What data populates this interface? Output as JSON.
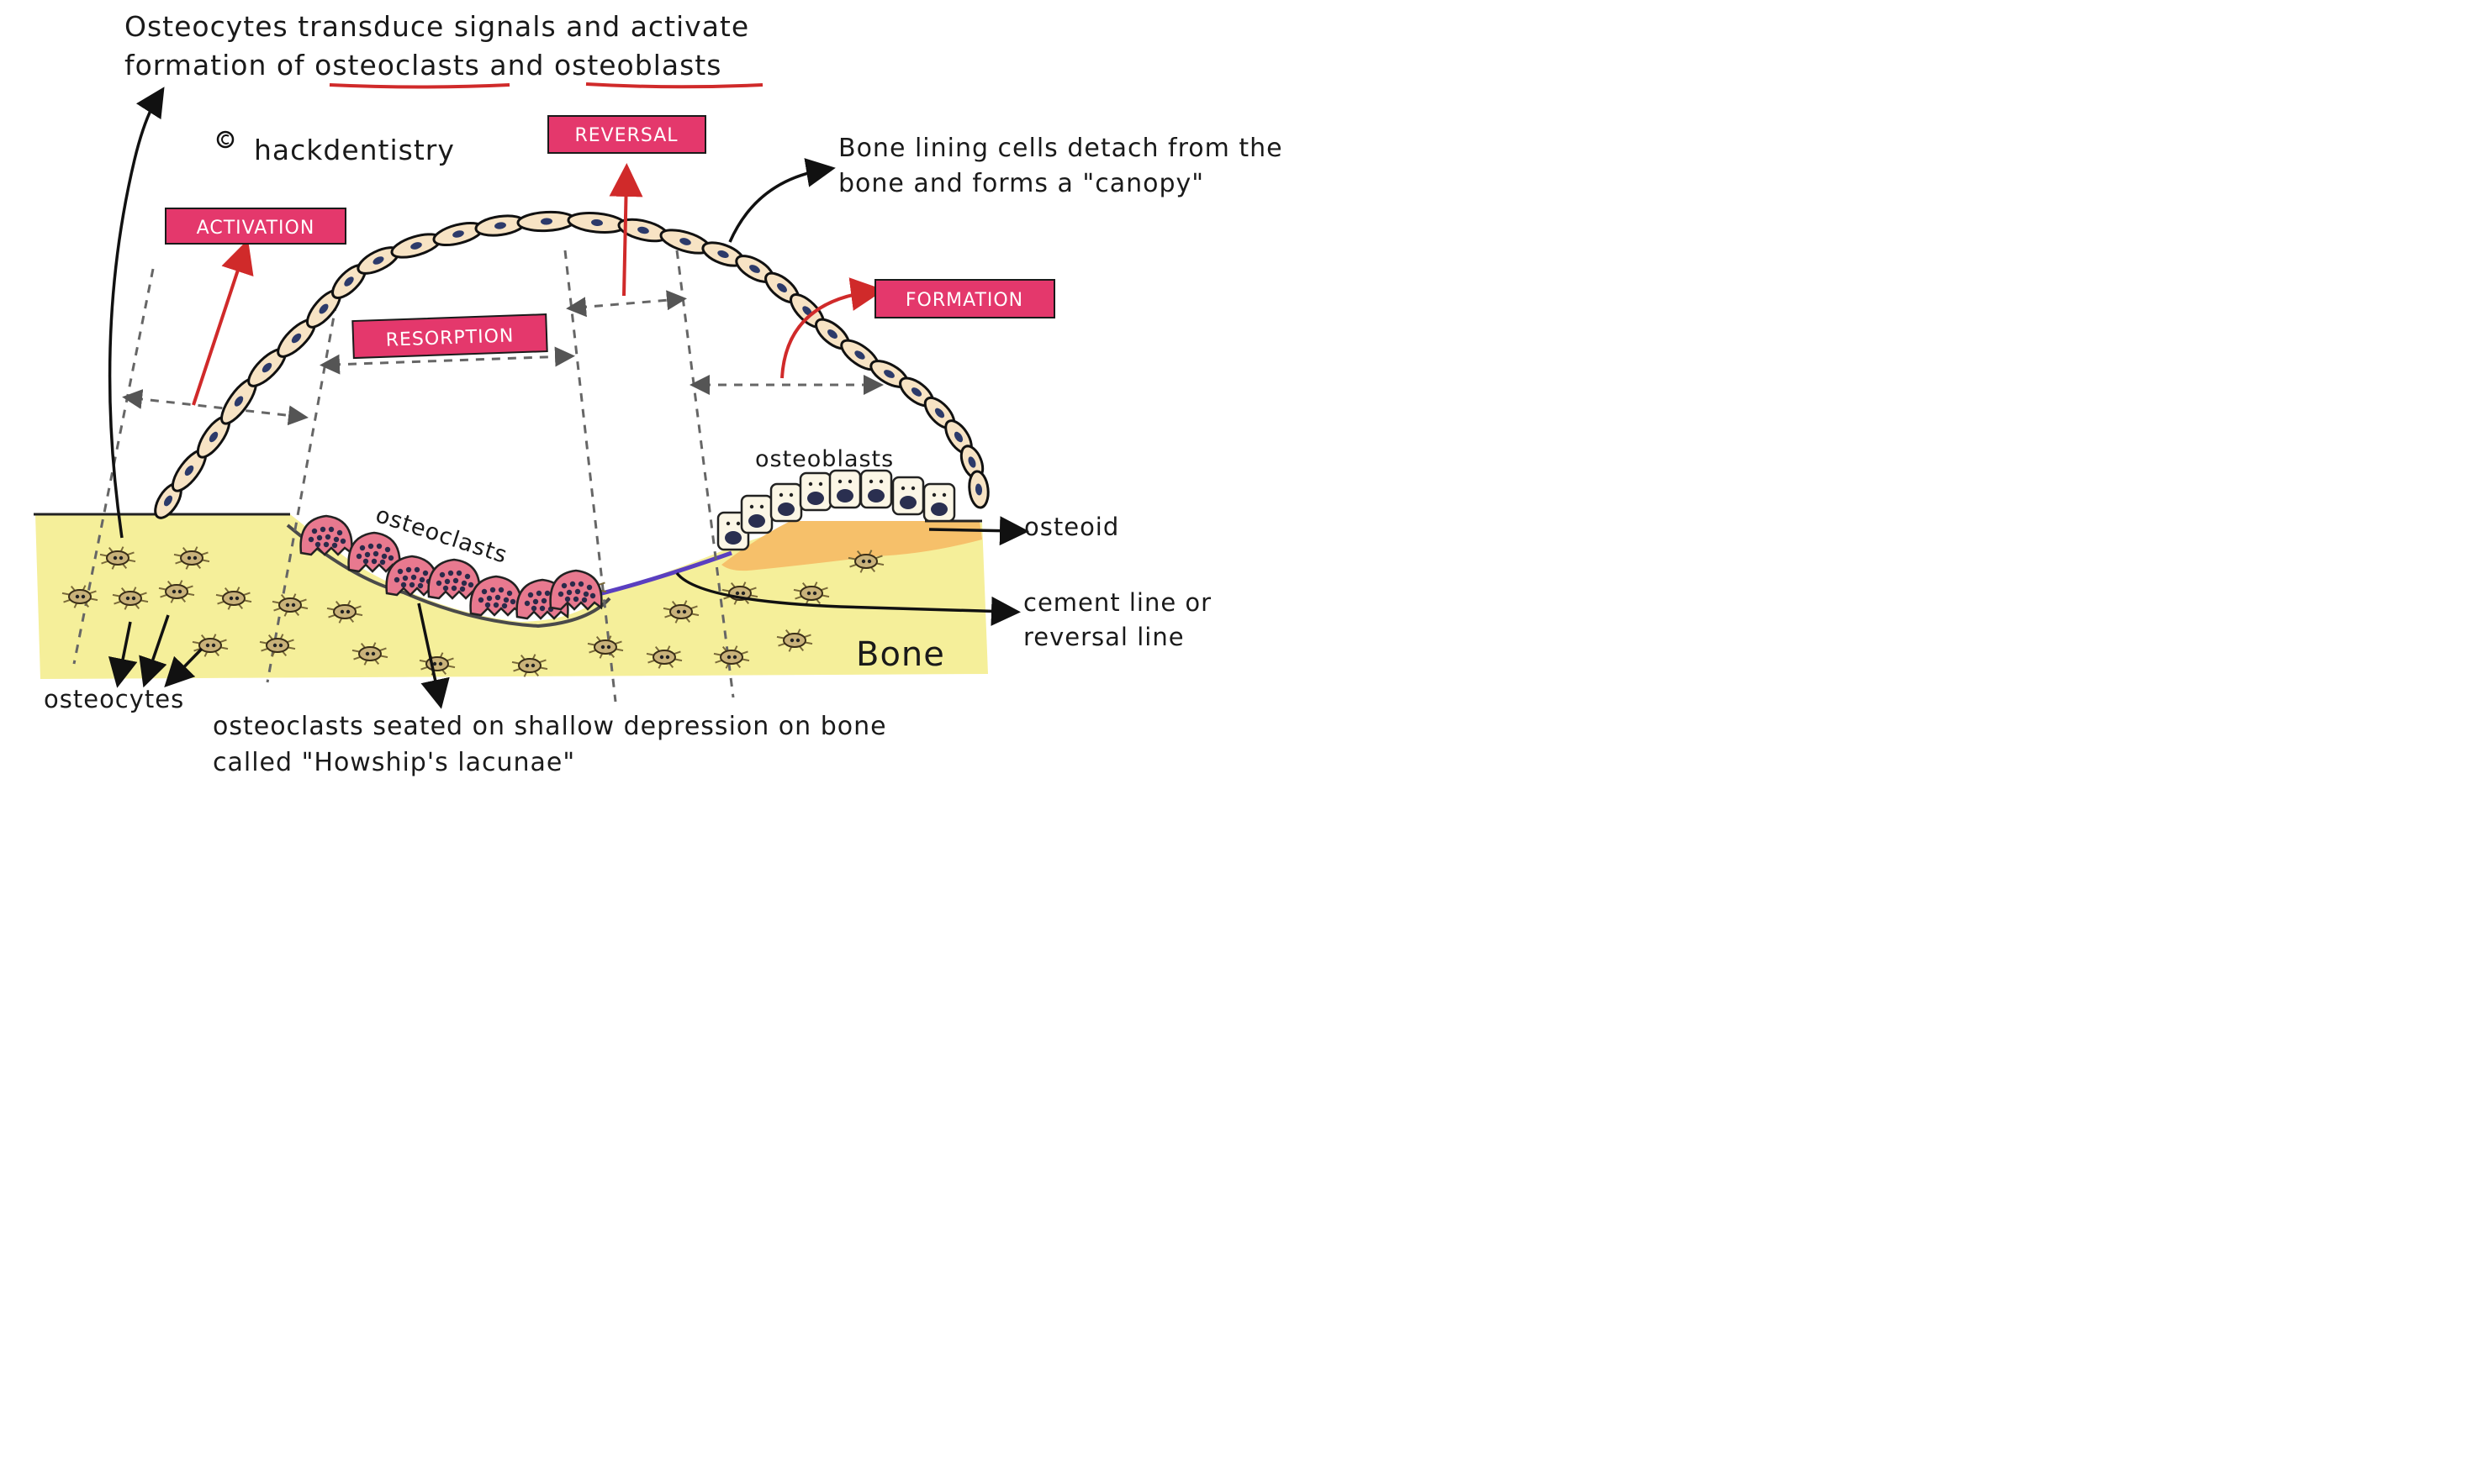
{
  "title": {
    "line1": "Osteocytes transduce signals and activate",
    "line2_prefix": "formation of ",
    "line2_osteoclasts": "osteoclasts",
    "line2_and": " and ",
    "line2_osteoblasts": "osteoblasts"
  },
  "credit": "hackdentistry",
  "phases": {
    "activation": "ACTIVATION",
    "resorption": "RESORPTION",
    "reversal": "REVERSAL",
    "formation": "FORMATION"
  },
  "labels": {
    "canopy_line1": "Bone lining cells detach from the",
    "canopy_line2": "bone and forms a \"canopy\"",
    "osteoblasts": "osteoblasts",
    "osteoclasts": "osteoclasts",
    "osteoid": "osteoid",
    "cement_line1": "cement line or",
    "cement_line2": "reversal line",
    "bone": "Bone",
    "osteocytes": "osteocytes",
    "howship_line1": "osteoclasts seated on shallow depression on bone",
    "howship_line2": "called \"Howship's lacunae\""
  },
  "colors": {
    "bone": "#f5ef9a",
    "osteoid": "#f6c06a",
    "osteoclast": "#e8798f",
    "lining_cell": "#f7e3c4",
    "phase_box": "#e4386c",
    "arrow_red": "#d02a2a",
    "cement_line": "#5a3fc0",
    "underline": "#d02a2a"
  },
  "icons": {
    "copyright": "copyright-icon"
  }
}
